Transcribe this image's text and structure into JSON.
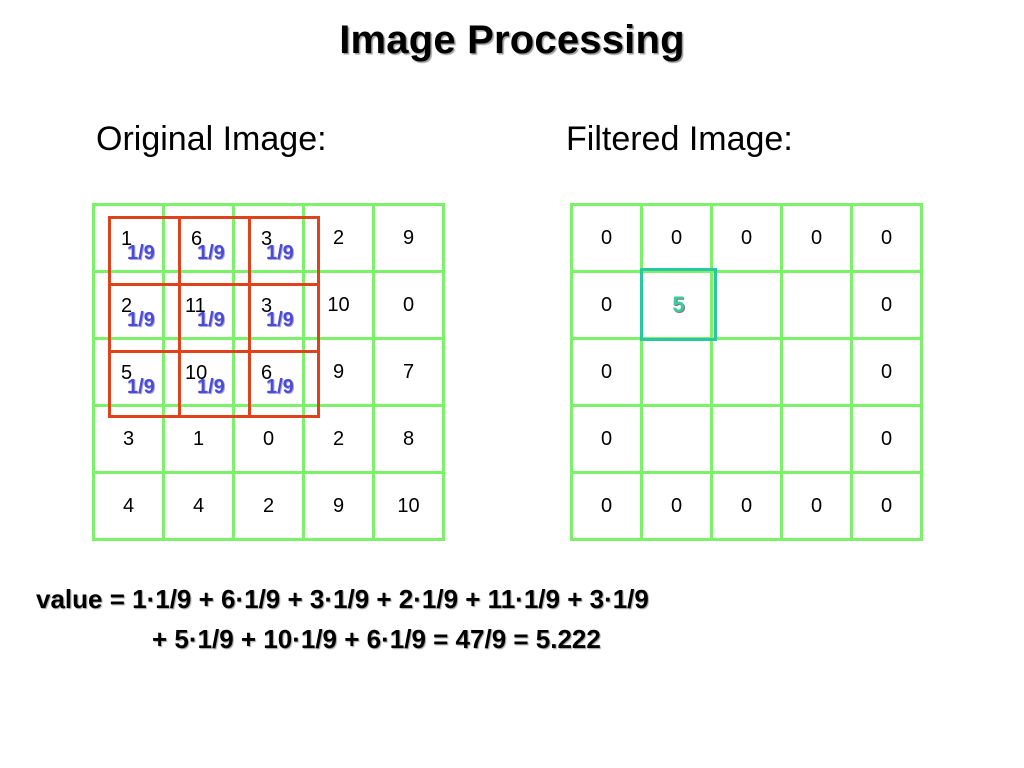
{
  "title": "Image Processing",
  "original_label": "Original Image:",
  "filtered_label": "Filtered Image:",
  "kernel_weight": "1/9",
  "original": {
    "rows": [
      [
        "1",
        "6",
        "3",
        "2",
        "9"
      ],
      [
        "2",
        "11",
        "3",
        "10",
        "0"
      ],
      [
        "5",
        "10",
        "6",
        "9",
        "7"
      ],
      [
        "3",
        "1",
        "0",
        "2",
        "8"
      ],
      [
        "4",
        "4",
        "2",
        "9",
        "10"
      ]
    ]
  },
  "filtered": {
    "rows": [
      [
        "0",
        "0",
        "0",
        "0",
        "0"
      ],
      [
        "0",
        "5",
        "",
        "",
        "0"
      ],
      [
        "0",
        "",
        "",
        "",
        "0"
      ],
      [
        "0",
        "",
        "",
        "",
        "0"
      ],
      [
        "0",
        "0",
        "0",
        "0",
        "0"
      ]
    ]
  },
  "formula": {
    "line1": "value = 1·1/9 + 6·1/9 + 3·1/9 + 2·1/9 + 11·1/9 + 3·1/9",
    "line2": "+ 5·1/9 + 10·1/9 + 6·1/9 = 47/9 = 5.222"
  },
  "colors": {
    "grid": "#7CF26A",
    "kernel": "#e0431c",
    "weight": "#4b4bd8",
    "highlight": "#2ac89f"
  }
}
